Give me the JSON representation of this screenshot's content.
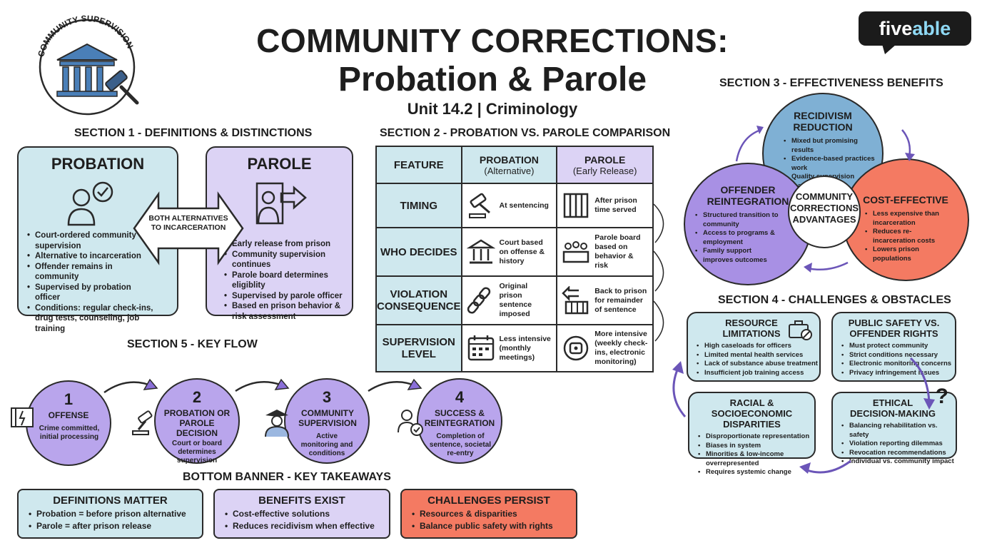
{
  "header": {
    "title_line1": "COMMUNITY CORRECTIONS:",
    "title_line2": "Probation & Parole",
    "subtitle": "Unit 14.2 | Criminology",
    "badge_text": "COMMUNITY SUPERVISION",
    "logo_part1": "five",
    "logo_part2": "able"
  },
  "section1": {
    "heading": "SECTION 1 - DEFINITIONS & DISTINCTIONS",
    "probation_title": "PROBATION",
    "probation_items": [
      "Court-ordered community supervision",
      "Alternative to incarceration",
      "Offender remains in community",
      "Supervised by probation officer",
      "Conditions: regular check-ins, drug tests, counseling, job training"
    ],
    "arrow_label": "BOTH ALTERNATIVES TO INCARCERATION",
    "parole_title": "PAROLE",
    "parole_items": [
      "Early release from prison",
      "Community supervision continues",
      "Parole board determines eligiblity",
      "Supervised by parole officer",
      "Based en prison behavior & risk assessment"
    ]
  },
  "section2": {
    "heading": "SECTION 2 - PROBATION VS. PAROLE COMPARISON",
    "col_feature": "FEATURE",
    "col_probation": "PROBATION",
    "col_probation_sub": "(Alternative)",
    "col_parole": "PAROLE",
    "col_parole_sub": "(Early Release)",
    "rows": [
      {
        "feature": "TIMING",
        "probation": "At sentencing",
        "parole": "After prison time served"
      },
      {
        "feature": "WHO DECIDES",
        "probation": "Court based on offense & history",
        "parole": "Parole board based on behavior & risk"
      },
      {
        "feature": "VIOLATION CONSEQUENCE",
        "probation": "Original prison sentence imposed",
        "parole": "Back to prison for remainder of sentence"
      },
      {
        "feature": "SUPERVISION LEVEL",
        "probation": "Less intensive (monthly meetings)",
        "parole": "More intensive (weekly check-ins, electronic monitoring)"
      }
    ]
  },
  "section3": {
    "heading": "SECTION 3 - EFFECTIVENESS BENEFITS",
    "center": "COMMUNITY CORRECTIONS ADVANTAGES",
    "recidivism": {
      "title": "RECIDIVISM REDUCTION",
      "items": [
        "Mixed but promising results",
        "Evidence-based practices work",
        "Quality supervision matters"
      ]
    },
    "reintegration": {
      "title": "OFFENDER REINTEGRATION",
      "items": [
        "Structured transition to community",
        "Access to programs & employment",
        "Family support improves outcomes"
      ]
    },
    "cost": {
      "title": "COST-EFFECTIVE",
      "items": [
        "Less expensive than incarceration",
        "Reduces re-incarceration costs",
        "Lowers prison populations"
      ]
    }
  },
  "section4": {
    "heading": "SECTION 4 - CHALLENGES & OBSTACLES",
    "resource": {
      "title": "RESOURCE LIMITATIONS",
      "items": [
        "High caseloads for officers",
        "Limited mental health services",
        "Lack of substance abuse treatment",
        "Insufficient job training access"
      ]
    },
    "safety": {
      "title": "PUBLIC SAFETY VS. OFFENDER RIGHTS",
      "items": [
        "Must protect community",
        "Strict conditions necessary",
        "Electronic monitoring concerns",
        "Privacy infringement issues"
      ]
    },
    "racial": {
      "title": "RACIAL & SOCIOECONOMIC DISPARITIES",
      "items": [
        "Disproportionate representation",
        "Biases in system",
        "Minorities & low-income overrepresented",
        "Requires systemic change"
      ]
    },
    "ethical": {
      "title": "ETHICAL DECISION-MAKING",
      "items": [
        "Balancing rehabilitation vs. safety",
        "Violation reporting dilemmas",
        "Revocation recommendations",
        "Individual vs. community impact"
      ]
    }
  },
  "section5": {
    "heading": "SECTION 5 - KEY FLOW",
    "steps": [
      {
        "num": "1",
        "title": "OFFENSE",
        "desc": "Crime committed, initial processing"
      },
      {
        "num": "2",
        "title": "PROBATION OR PAROLE DECISION",
        "desc": "Court or board determines supervision"
      },
      {
        "num": "3",
        "title": "COMMUNITY SUPERVISION",
        "desc": "Active monitoring and conditions"
      },
      {
        "num": "4",
        "title": "SUCCESS & REINTEGRATION",
        "desc": "Completion of sentence, societal re-entry"
      }
    ]
  },
  "banner": {
    "heading": "BOTTOM BANNER - KEY TAKEAWAYS",
    "definitions": {
      "title": "DEFINITIONS MATTER",
      "items": [
        "Probation = before prison alternative",
        "Parole = after prison release"
      ]
    },
    "benefits": {
      "title": "BENEFITS EXIST",
      "items": [
        "Cost-effective solutions",
        "Reduces recidivism when effective"
      ]
    },
    "challenges": {
      "title": "CHALLENGES PERSIST",
      "items": [
        "Resources & disparities",
        "Balance public safety with rights"
      ]
    }
  },
  "colors": {
    "teal": "#cfe8ee",
    "lavender": "#dcd3f5",
    "purple": "#b9a5ec",
    "coral": "#f47a62",
    "blue": "#7fb0d4"
  }
}
